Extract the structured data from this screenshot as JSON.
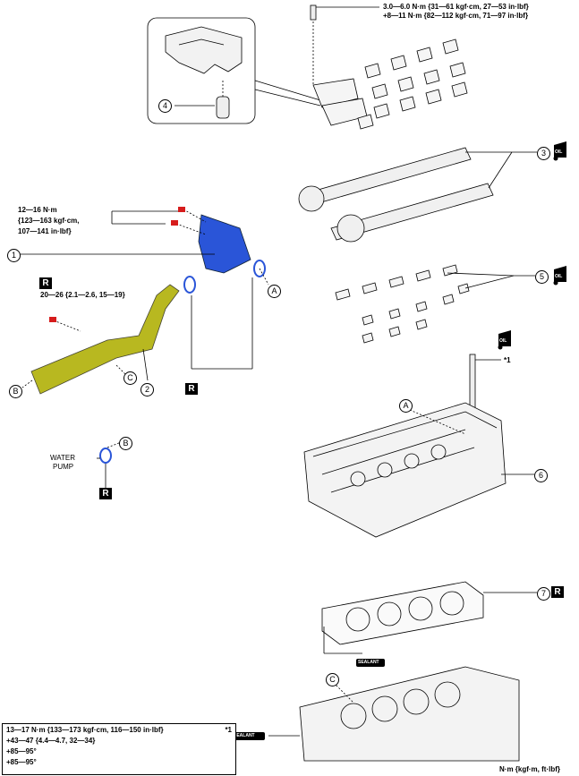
{
  "torque": {
    "camcap_line1": "3.0—6.0 N·m {31—61 kgf·cm, 27—53 in·lbf}",
    "camcap_line2": "+8—11 N·m {82—112 kgf·cm, 71—97 in·lbf}",
    "housing_line1": "12—16 N·m",
    "housing_line2": "{123—163 kgf·cm,",
    "housing_line3": "107—141 in·lbf}",
    "pipe_line1": "20—26 {2.1—2.6, 15—19}"
  },
  "labels": {
    "water_pump_1": "WATER",
    "water_pump_2": "PUMP",
    "sealant": "SEALANT",
    "oil": "OIL",
    "star1": "*1",
    "units": "N·m {kgf·m, ft·lbf}"
  },
  "callouts": {
    "c1": "1",
    "c2": "2",
    "c3": "3",
    "c4": "4",
    "c5": "5",
    "c6": "6",
    "c7": "7",
    "A1": "A",
    "A2": "A",
    "B1": "B",
    "B2": "B",
    "C1": "C",
    "C2": "C",
    "R": "R"
  },
  "legend": {
    "line1": "13—17 N·m {133—173 kgf·cm, 116—150 in·lbf}",
    "line2": "+43—47 {4.4—4.7, 32—34}",
    "line3": "+85—95°",
    "line4": "+85—95°",
    "note": "*1"
  },
  "colors": {
    "housing_blue": "#2a55d8",
    "pipe_yellow": "#b8b820",
    "bolt_red": "#d61c1c"
  }
}
